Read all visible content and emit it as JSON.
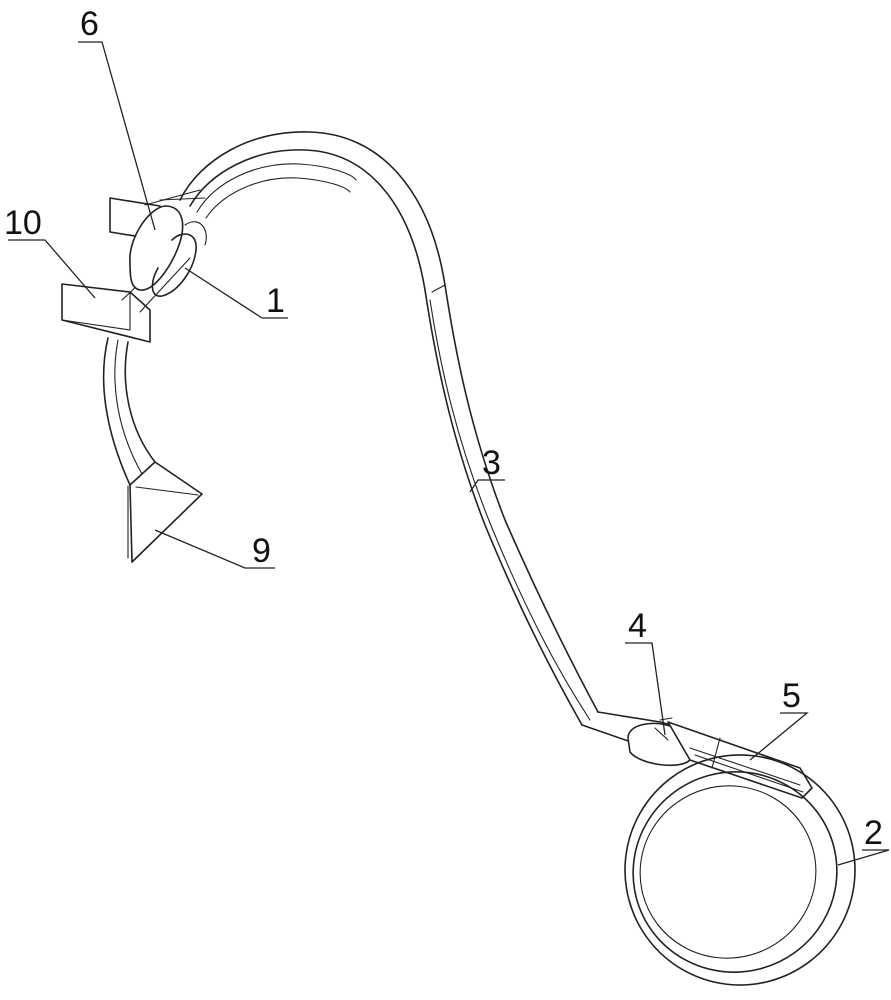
{
  "callouts": [
    {
      "id": "part-6",
      "label": "6"
    },
    {
      "id": "part-10",
      "label": "10"
    },
    {
      "id": "part-1",
      "label": "1"
    },
    {
      "id": "part-3",
      "label": "3"
    },
    {
      "id": "part-9",
      "label": "9"
    },
    {
      "id": "part-4",
      "label": "4"
    },
    {
      "id": "part-5",
      "label": "5"
    },
    {
      "id": "part-2",
      "label": "2"
    }
  ],
  "colors": {
    "line": "#222222",
    "background": "#ffffff"
  }
}
